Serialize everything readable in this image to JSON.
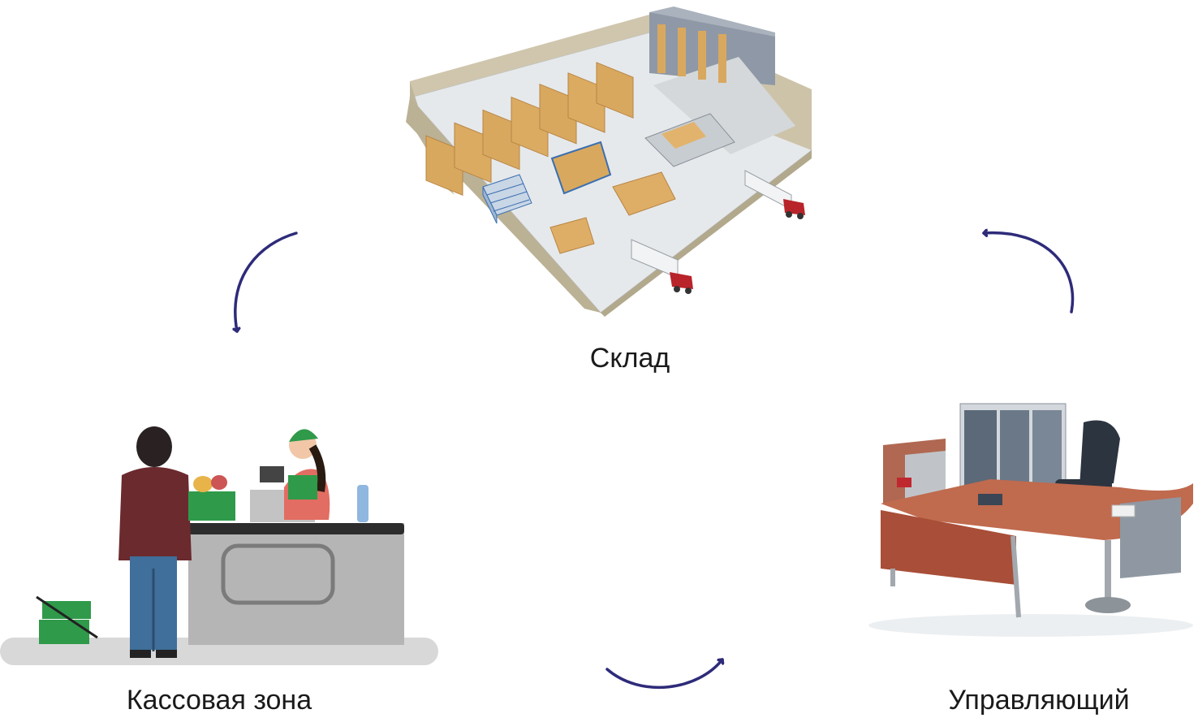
{
  "nodes": {
    "warehouse": {
      "label": "Склад"
    },
    "checkout": {
      "label": "Кассовая зона"
    },
    "manager": {
      "label": "Управляющий"
    }
  },
  "colors": {
    "arrow": "#2e2b7a",
    "box": "#d9a85f",
    "rack": "#3a6fb0",
    "floor": "#dfe3e6",
    "wall": "#c9bfa6",
    "truck_cab": "#b8242a",
    "shirt": "#6b2a2e",
    "jeans": "#3f6f9a",
    "basket": "#2f9a4a",
    "counter": "#9c9c9c",
    "desk_top": "#c06a4e",
    "chair": "#2c3440"
  },
  "connections": [
    {
      "from": "warehouse",
      "to": "checkout"
    },
    {
      "from": "checkout",
      "to": "manager"
    },
    {
      "from": "manager",
      "to": "warehouse"
    }
  ]
}
